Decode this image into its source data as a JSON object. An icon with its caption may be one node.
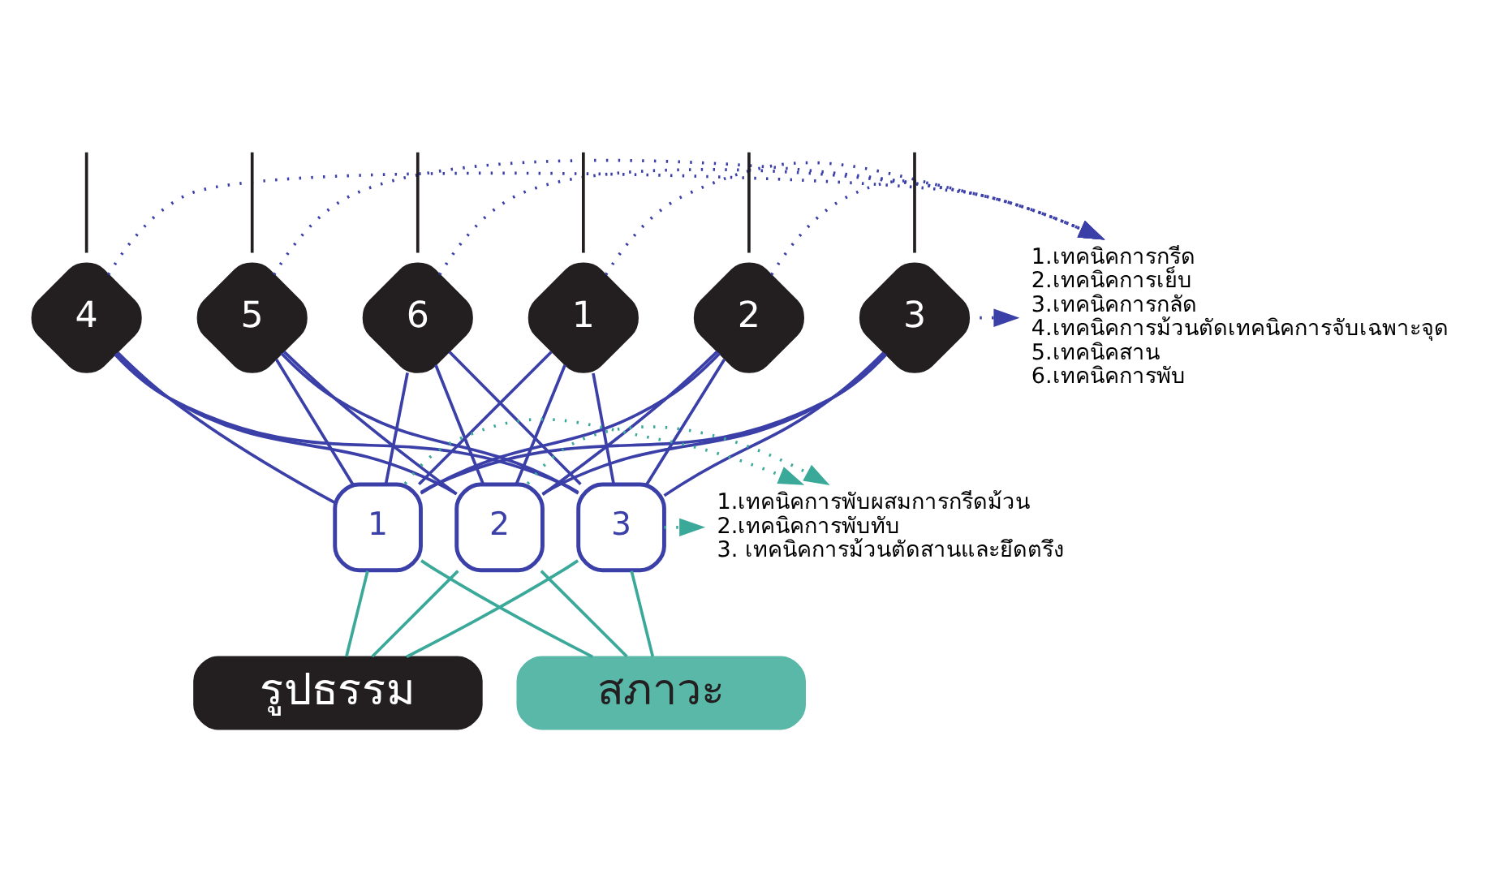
{
  "diagram": {
    "nodes": [
      {
        "text": [
          "1"
        ]
      },
      {
        "text": [
          "2"
        ]
      },
      {
        "text": [
          "3"
        ]
      },
      {
        "text": [
          "4"
        ]
      },
      {
        "text": [
          "5"
        ]
      },
      {
        "text": [
          "6"
        ]
      },
      {
        "text": [
          "1.เทคนิคการกรีด",
          "2.เทคนิคการเย็บ",
          "3.เทคนิคการกลัด",
          "4.เทคนิคการม้วนตัดเทคนิคการจับเฉพาะจุด",
          "5.เทคนิคสาน",
          "6.เทคนิคการพับ"
        ]
      },
      {
        "text": [
          "1"
        ]
      },
      {
        "text": [
          "2"
        ]
      },
      {
        "text": [
          "3"
        ]
      },
      {
        "text": [
          "1.เทคนิคการพับผสมการกรีดม้วน",
          "2.เทคนิคการพับทับ",
          "3. เทคนิคการม้วนตัดสานและยึดตรึง"
        ]
      },
      {
        "text": [
          "รูปธรรม"
        ]
      },
      {
        "text": [
          "สภาวะ"
        ]
      }
    ],
    "edges": [
      {
        "from": null,
        "to": 0,
        "arrow": "none",
        "color": "#231f20"
      },
      {
        "from": null,
        "to": 1,
        "arrow": "none",
        "color": "#231f20"
      },
      {
        "from": null,
        "to": 2,
        "arrow": "none",
        "color": "#231f20"
      },
      {
        "from": null,
        "to": 3,
        "arrow": "none",
        "color": "#231f20"
      },
      {
        "from": null,
        "to": 4,
        "arrow": "none",
        "color": "#231f20"
      },
      {
        "from": null,
        "to": 5,
        "arrow": "none",
        "color": "#231f20"
      },
      {
        "from": 0,
        "to": 6,
        "arrow": "to",
        "style": "dashed"
      },
      {
        "from": 1,
        "to": 6,
        "arrow": "to",
        "style": "dashed"
      },
      {
        "from": 2,
        "to": 6,
        "arrow": "to",
        "style": "dashed"
      },
      {
        "from": 3,
        "to": 6,
        "arrow": "to",
        "style": "dashed"
      },
      {
        "from": 4,
        "to": 6,
        "arrow": "to",
        "style": "dashed"
      },
      {
        "from": 5,
        "to": 6,
        "arrow": "to",
        "style": "dashed"
      },
      {
        "from": 0,
        "to": 7,
        "arrow": "none"
      },
      {
        "from": 0,
        "to": 8,
        "arrow": "none"
      },
      {
        "from": 0,
        "to": 9,
        "arrow": "none"
      },
      {
        "from": 1,
        "to": 7,
        "arrow": "none"
      },
      {
        "from": 1,
        "to": 8,
        "arrow": "none"
      },
      {
        "from": 1,
        "to": 9,
        "arrow": "none"
      },
      {
        "from": 2,
        "to": 7,
        "arrow": "none"
      },
      {
        "from": 2,
        "to": 8,
        "arrow": "none"
      },
      {
        "from": 2,
        "to": 9,
        "arrow": "none"
      },
      {
        "from": 3,
        "to": 7,
        "arrow": "none"
      },
      {
        "from": 3,
        "to": 8,
        "arrow": "none"
      },
      {
        "from": 3,
        "to": 9,
        "arrow": "none"
      },
      {
        "from": 4,
        "to": 7,
        "arrow": "none"
      },
      {
        "from": 4,
        "to": 8,
        "arrow": "none"
      },
      {
        "from": 4,
        "to": 9,
        "arrow": "none"
      },
      {
        "from": 5,
        "to": 7,
        "arrow": "none"
      },
      {
        "from": 5,
        "to": 8,
        "arrow": "none"
      },
      {
        "from": 5,
        "to": 9,
        "arrow": "none"
      },
      {
        "from": 7,
        "to": 10,
        "arrow": "to",
        "style": "dashed",
        "color": "#3aa99a"
      },
      {
        "from": 8,
        "to": 10,
        "arrow": "to",
        "style": "dashed",
        "color": "#3aa99a"
      },
      {
        "from": 9,
        "to": 10,
        "arrow": "to",
        "style": "dashed",
        "color": "#3aa99a"
      },
      {
        "from": 7,
        "to": 11,
        "arrow": "none",
        "color": "#3aa99a"
      },
      {
        "from": 7,
        "to": 12,
        "arrow": "none",
        "color": "#3aa99a"
      },
      {
        "from": 8,
        "to": 11,
        "arrow": "none",
        "color": "#3aa99a"
      },
      {
        "from": 8,
        "to": 12,
        "arrow": "none",
        "color": "#3aa99a"
      },
      {
        "from": 9,
        "to": 11,
        "arrow": "none",
        "color": "#3aa99a"
      },
      {
        "from": 9,
        "to": 12,
        "arrow": "none",
        "color": "#3aa99a"
      }
    ]
  }
}
